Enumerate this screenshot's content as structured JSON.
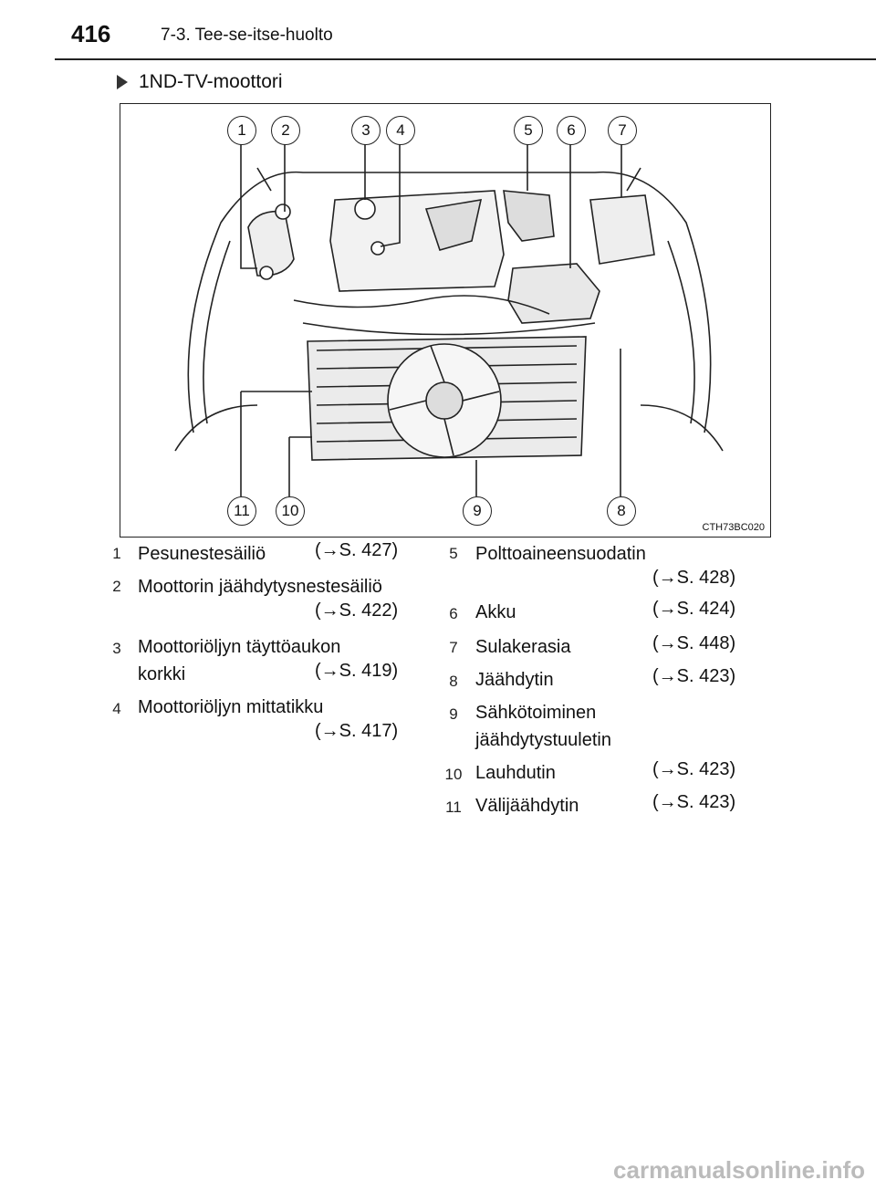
{
  "header": {
    "page_number": "416",
    "section": "7-3. Tee-se-itse-huolto"
  },
  "heading": "1ND-TV-moottori",
  "figure": {
    "code": "CTH73BC020",
    "callouts": [
      "1",
      "2",
      "3",
      "4",
      "5",
      "6",
      "7",
      "8",
      "9",
      "10",
      "11"
    ]
  },
  "left_items": [
    {
      "num": "1",
      "lines": [
        "Pesunestesäiliö"
      ],
      "ref": "(→S. 427)"
    },
    {
      "num": "2",
      "lines": [
        "Moottorin jäähdytysnestesäiliö"
      ],
      "ref": "(→S. 422)"
    },
    {
      "num": "3",
      "lines": [
        "Moottoriöljyn täyttöaukon",
        "korkki"
      ],
      "ref": "(→S. 419)"
    },
    {
      "num": "4",
      "lines": [
        "Moottoriöljyn mittatikku"
      ],
      "ref": "(→S. 417)"
    }
  ],
  "right_items": [
    {
      "num": "5",
      "lines": [
        "Polttoaineensuodatin"
      ],
      "ref": "(→S. 428)"
    },
    {
      "num": "6",
      "lines": [
        "Akku"
      ],
      "ref": "(→S. 424)"
    },
    {
      "num": "7",
      "lines": [
        "Sulakerasia"
      ],
      "ref": "(→S. 448)"
    },
    {
      "num": "8",
      "lines": [
        "Jäähdytin"
      ],
      "ref": "(→S. 423)"
    },
    {
      "num": "9",
      "lines": [
        "Sähkötoiminen",
        "jäähdytystuuletin"
      ],
      "ref": ""
    },
    {
      "num": "10",
      "lines": [
        "Lauhdutin"
      ],
      "ref": "(→S. 423)"
    },
    {
      "num": "11",
      "lines": [
        "Välijäähdytin"
      ],
      "ref": "(→S. 423)"
    }
  ],
  "watermark": "carmanualsonline.info"
}
